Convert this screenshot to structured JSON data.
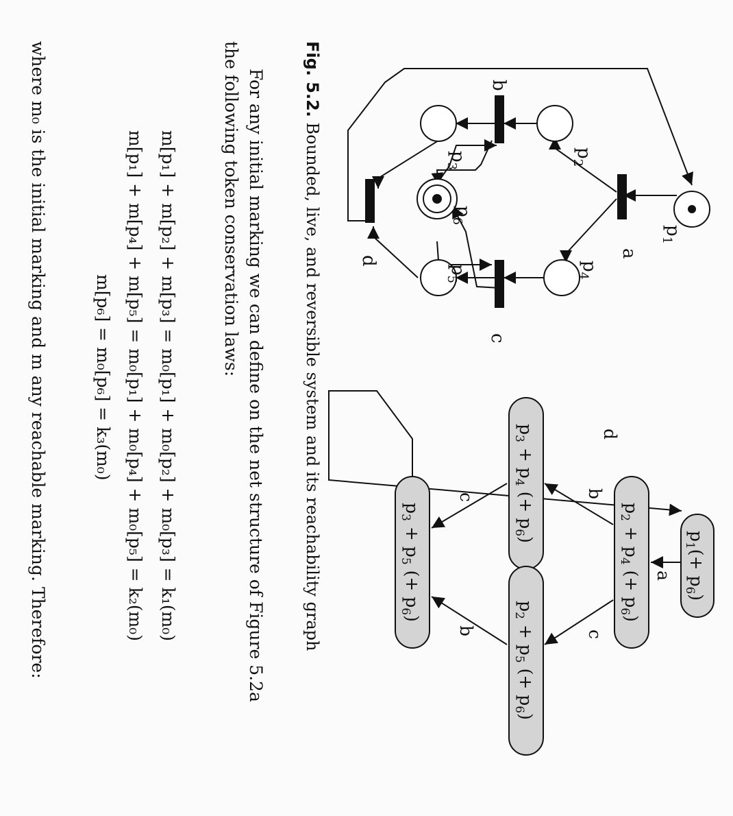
{
  "figure": {
    "net": {
      "places": [
        {
          "id": "p1",
          "label": "p",
          "sub": "1",
          "tokens": 1
        },
        {
          "id": "p2",
          "label": "p",
          "sub": "2",
          "tokens": 0
        },
        {
          "id": "p3",
          "label": "p",
          "sub": "3",
          "tokens": 0
        },
        {
          "id": "p4",
          "label": "p",
          "sub": "4",
          "tokens": 0
        },
        {
          "id": "p5",
          "label": "p",
          "sub": "5",
          "tokens": 0
        },
        {
          "id": "p6",
          "label": "p",
          "sub": "6",
          "tokens": 1
        }
      ],
      "transitions": [
        "a",
        "b",
        "c",
        "d"
      ]
    },
    "graph": {
      "nodes": [
        {
          "id": "n1",
          "text": "p",
          "sub": "1",
          "suffix": "(+ p",
          "sub2": "6",
          "tail": ")"
        },
        {
          "id": "n2",
          "text": "p",
          "sub": "2",
          "mid": " + p",
          "sub_b": "4",
          "suffix": " (+ p",
          "sub2": "6",
          "tail": ")"
        },
        {
          "id": "n3",
          "text": "p",
          "sub": "3",
          "mid": " + p",
          "sub_b": "4",
          "suffix": " (+ p",
          "sub2": "6",
          "tail": ")"
        },
        {
          "id": "n4",
          "text": "p",
          "sub": "2",
          "mid": " + p",
          "sub_b": "5",
          "suffix": " (+ p",
          "sub2": "6",
          "tail": ")"
        },
        {
          "id": "n5",
          "text": "p",
          "sub": "3",
          "mid": " + p",
          "sub_b": "5",
          "suffix": " (+ p",
          "sub2": "6",
          "tail": ")"
        }
      ],
      "edges": [
        "a",
        "b",
        "c",
        "c",
        "b",
        "d"
      ]
    }
  },
  "caption": {
    "label": "Fig. 5.2.",
    "text": " Bounded, live, and reversible system and its reachability graph"
  },
  "paragraph1": {
    "line1": "For any initial marking we can define on the net structure of Figure 5.2a",
    "line2": "the following token conservation laws:"
  },
  "equations": {
    "eq1": "m[p₁] + m[p₂] + m[p₃] = m₀[p₁] + m₀[p₂] + m₀[p₃] = k₁(m₀)",
    "eq2": "m[p₁] + m[p₄] + m[p₅] = m₀[p₁] + m₀[p₄] + m₀[p₅] = k₂(m₀)",
    "eq3": "m[p₆] = m₀[p₆] = k₃(m₀)"
  },
  "paragraph2": {
    "line1": "where m₀ is the initial marking and m any reachable marking. Therefore:"
  }
}
